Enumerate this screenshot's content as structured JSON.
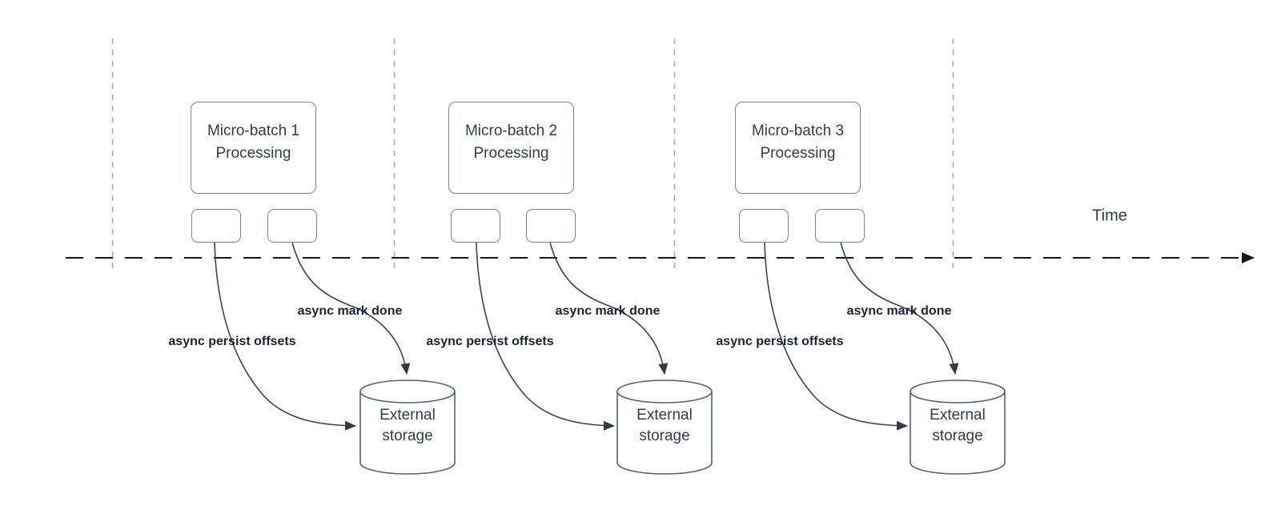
{
  "diagram": {
    "title_hint": "micro-batch async offset persistence timeline",
    "time_axis": {
      "label": "Time"
    },
    "colors": {
      "curve_line": "#3c4454",
      "timeline_line": "#16181d",
      "lane_divider": "#a7aaae",
      "box_border": "#7d828c",
      "cylinder_stroke": "#566071",
      "box_text": "#343b49",
      "bold_label_text": "#1c2230"
    },
    "sections": [
      {
        "batch_label": "Micro-batch 1 Processing",
        "persist_label": "async persist offsets",
        "mark_label": "async mark done",
        "storage_label": "External storage"
      },
      {
        "batch_label": "Micro-batch 2 Processing",
        "persist_label": "async persist offsets",
        "mark_label": "async mark done",
        "storage_label": "External storage"
      },
      {
        "batch_label": "Micro-batch 3 Processing",
        "persist_label": "async persist offsets",
        "mark_label": "async mark done",
        "storage_label": "External storage"
      }
    ]
  }
}
